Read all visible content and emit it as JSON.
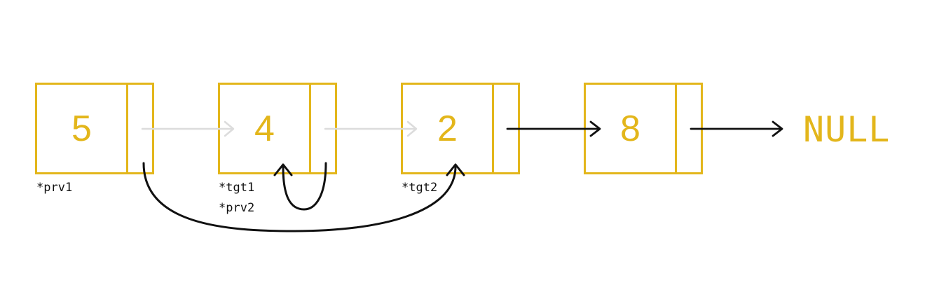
{
  "nodes": [
    {
      "value": "5"
    },
    {
      "value": "4"
    },
    {
      "value": "2"
    },
    {
      "value": "8"
    }
  ],
  "terminal": "NULL",
  "pointers": {
    "prv1": "*prv1",
    "tgt1": "*tgt1",
    "prv2": "*prv2",
    "tgt2": "*tgt2"
  },
  "colors": {
    "node": "#e3b61b",
    "old_link": "#dcdcdc",
    "link": "#111111"
  }
}
